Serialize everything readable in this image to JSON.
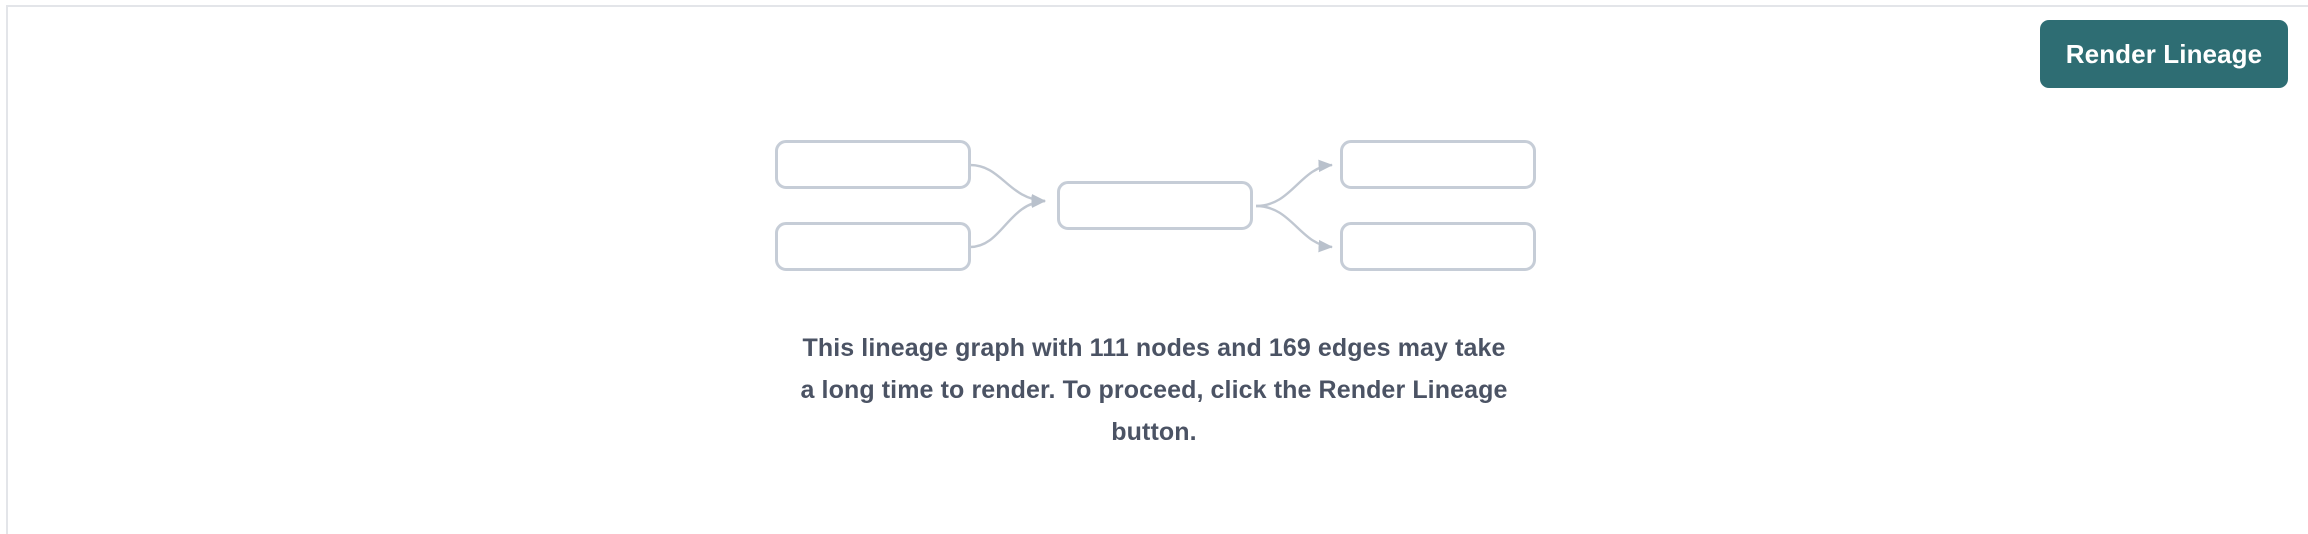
{
  "theme": {
    "background": "#ffffff",
    "border_color": "#e3e5e9",
    "accent": "#2e6d73",
    "node_border": "#c6cdd7",
    "edge_color": "#c0c7d1",
    "text_color": "#4b5364"
  },
  "toolbar": {
    "render_button_label": "Render Lineage"
  },
  "graph_preview": {
    "nodes": [
      {
        "id": "left-1",
        "label": ""
      },
      {
        "id": "left-2",
        "label": ""
      },
      {
        "id": "center-1",
        "label": ""
      },
      {
        "id": "right-1",
        "label": ""
      },
      {
        "id": "right-2",
        "label": ""
      }
    ],
    "edges": [
      {
        "from": "left-1",
        "to": "center-1"
      },
      {
        "from": "left-2",
        "to": "center-1"
      },
      {
        "from": "center-1",
        "to": "right-1"
      },
      {
        "from": "center-1",
        "to": "right-2"
      }
    ]
  },
  "message": {
    "node_count": "111",
    "edge_count": "169",
    "line1": "This lineage graph with 111 nodes and 169 edges may take",
    "line2": "a long time to render. To proceed, click the Render Lineage",
    "line3": "button."
  }
}
